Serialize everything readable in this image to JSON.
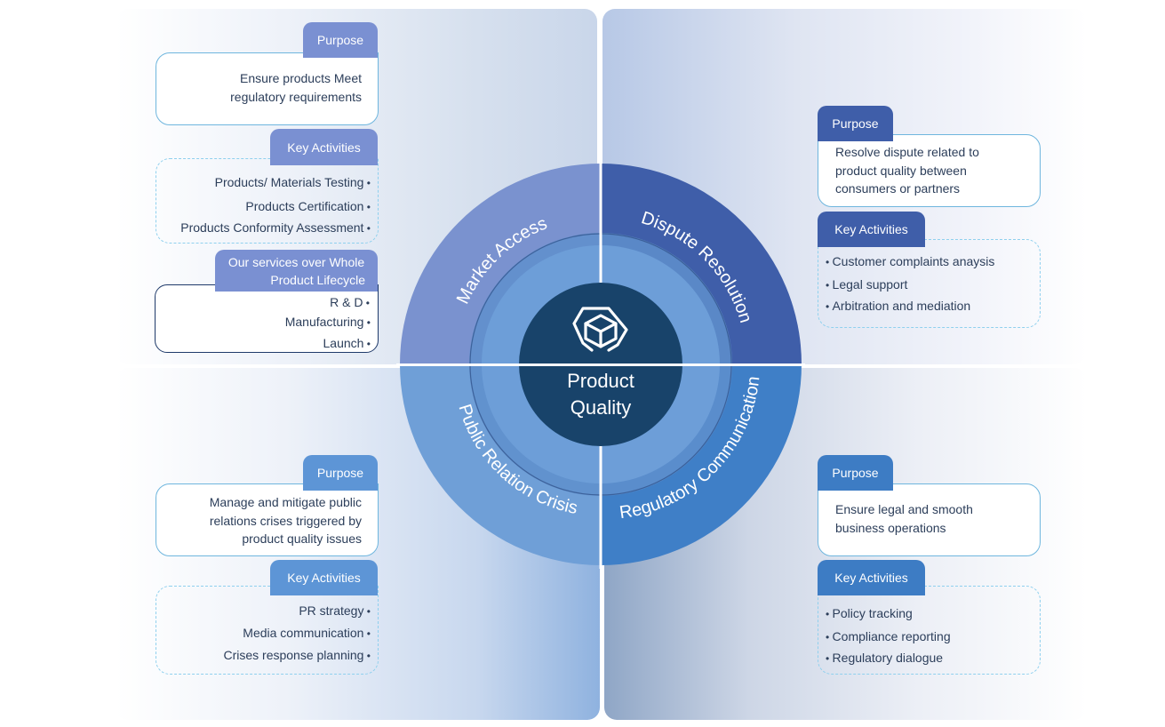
{
  "center": {
    "line1": "Product",
    "line2": "Quality",
    "icon": "cube-icon"
  },
  "segments": {
    "market_access": "Market Access",
    "dispute_resolution": "Dispute Resolution",
    "public_relation_crisis": "Public Relation Crisis",
    "regulatory_communication": "Regulatory Communication"
  },
  "colors": {
    "market_access": "#7a92cf",
    "dispute_resolution": "#3f5ea9",
    "public_relation_crisis": "#6f9fd7",
    "regulatory_communication": "#3f7fc7",
    "hub": "#18436a",
    "tag_market": "#7a90d2",
    "tag_dispute": "#3f5ea9",
    "tag_public": "#5d95d6",
    "tag_regulatory": "#3d7cc4"
  },
  "market_access": {
    "purpose_label": "Purpose",
    "purpose_lines": [
      "Ensure products Meet",
      "regulatory requirements"
    ],
    "activities_label": "Key Activities",
    "activities": [
      "Products/ Materials Testing",
      "Products Certification",
      "Products Conformity Assessment"
    ],
    "services_label_lines": [
      "Our services over Whole",
      "Product Lifecycle"
    ],
    "services": [
      "R & D",
      "Manufacturing",
      "Launch"
    ]
  },
  "dispute_resolution": {
    "purpose_label": "Purpose",
    "purpose_lines": [
      "Resolve dispute related to",
      "product quality between",
      "consumers or partners"
    ],
    "activities_label": "Key Activities",
    "activities": [
      "Customer complaints anaysis",
      "Legal support",
      "Arbitration and mediation"
    ]
  },
  "public_relation_crisis": {
    "purpose_label": "Purpose",
    "purpose_lines": [
      "Manage and mitigate public",
      "relations crises triggered by",
      "product quality issues"
    ],
    "activities_label": "Key Activities",
    "activities": [
      "PR strategy",
      "Media communication",
      "Crises response planning"
    ]
  },
  "regulatory_communication": {
    "purpose_label": "Purpose",
    "purpose_lines": [
      "Ensure legal and smooth",
      "business operations"
    ],
    "activities_label": "Key Activities",
    "activities": [
      "Policy tracking",
      "Compliance reporting",
      "Regulatory dialogue"
    ]
  }
}
